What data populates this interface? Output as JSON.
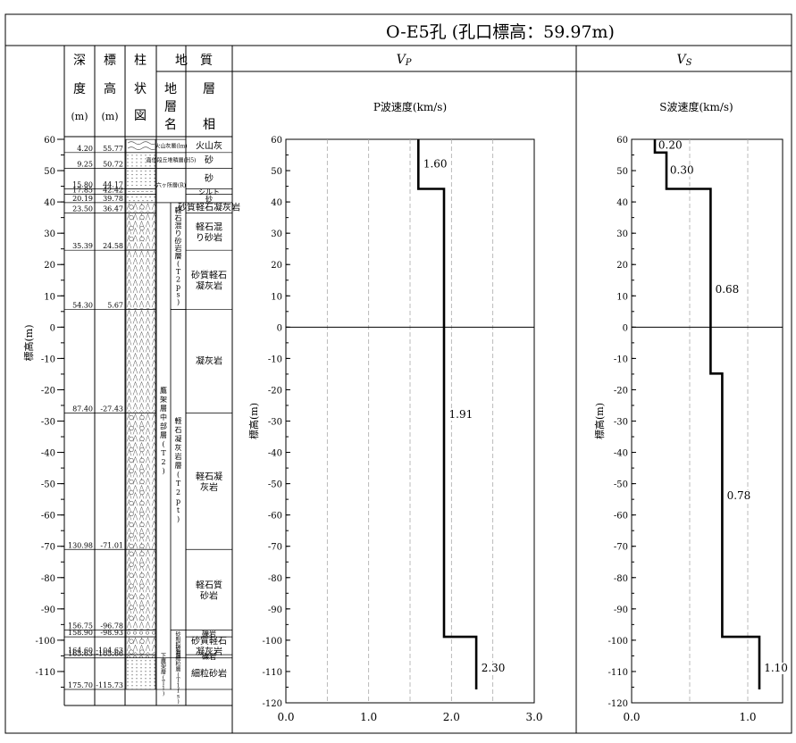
{
  "title": "O-E5孔 (孔口標高：59.97m)",
  "log": {
    "headers": {
      "depth": [
        "深",
        "度",
        "(m)"
      ],
      "elev": [
        "標",
        "高",
        "(m)"
      ],
      "column": [
        "柱",
        "状",
        "図"
      ],
      "geology": "地　質",
      "formation": [
        "地",
        "層",
        "名"
      ],
      "facies": [
        "層",
        "相"
      ]
    },
    "axis_label": "標高(m)",
    "layers": [
      {
        "depth": "4.20",
        "elev": "55.77",
        "top": 59.97,
        "bottom": 55.77,
        "facies": "火山灰",
        "pattern": "ash"
      },
      {
        "depth": "9.25",
        "elev": "50.72",
        "top": 55.77,
        "bottom": 50.72,
        "facies": "砂",
        "pattern": "sand"
      },
      {
        "depth": "15.80",
        "elev": "44.17",
        "top": 50.72,
        "bottom": 44.17,
        "facies": "砂",
        "pattern": "sand"
      },
      {
        "depth": "17.85",
        "elev": "42.42",
        "top": 44.17,
        "bottom": 42.42,
        "facies": "シルト",
        "pattern": "silt"
      },
      {
        "depth": "20.19",
        "elev": "39.78",
        "top": 42.42,
        "bottom": 39.78,
        "facies": "砂",
        "pattern": "sand"
      },
      {
        "depth": "23.50",
        "elev": "36.47",
        "top": 39.78,
        "bottom": 36.47,
        "facies": "砂質軽石凝灰岩",
        "pattern": "pumice"
      },
      {
        "depth": "35.39",
        "elev": "24.58",
        "top": 36.47,
        "bottom": 24.58,
        "facies": "軽石混り砂岩",
        "pattern": "pumice"
      },
      {
        "depth": "54.30",
        "elev": "5.67",
        "top": 24.58,
        "bottom": 5.67,
        "facies": "砂質軽石凝灰岩",
        "pattern": "tuff"
      },
      {
        "depth": "87.40",
        "elev": "-27.43",
        "top": 5.67,
        "bottom": -27.43,
        "facies": "凝灰岩",
        "pattern": "tuff"
      },
      {
        "depth": "130.98",
        "elev": "-71.01",
        "top": -27.43,
        "bottom": -71.01,
        "facies": "軽石凝灰岩",
        "pattern": "pumice"
      },
      {
        "depth": "156.75",
        "elev": "-96.78",
        "top": -71.01,
        "bottom": -96.78,
        "facies": "軽石質砂岩",
        "pattern": "pumice"
      },
      {
        "depth": "158.90",
        "elev": "-98.93",
        "top": -96.78,
        "bottom": -98.93,
        "facies": "礫岩",
        "pattern": "gravel"
      },
      {
        "depth": "164.60",
        "elev": "-104.63",
        "top": -98.93,
        "bottom": -104.63,
        "facies": "砂質軽石凝灰岩",
        "pattern": "pumice"
      },
      {
        "depth": "165.63",
        "elev": "-105.66",
        "top": -104.63,
        "bottom": -105.66,
        "facies": "礫岩",
        "pattern": "gravel"
      },
      {
        "depth": "175.70",
        "elev": "-115.73",
        "top": -105.66,
        "bottom": -115.73,
        "facies": "細粒砂岩",
        "pattern": "sand"
      }
    ],
    "formations": [
      {
        "label": "火山灰層(lm)",
        "top": 59.97,
        "bottom": 55.77,
        "col": "both"
      },
      {
        "label": "高位段丘堆積層(H5)",
        "top": 55.77,
        "bottom": 50.72,
        "col": "both"
      },
      {
        "label": "六ヶ所層(R)",
        "top": 50.72,
        "bottom": 39.78,
        "col": "both"
      },
      {
        "label": "鷹架層中部層(T2)",
        "top": 39.78,
        "bottom": -105.66,
        "col": "left"
      },
      {
        "label": "軽石混り砂岩層(T2ps)",
        "top": 39.78,
        "bottom": 5.67,
        "col": "right"
      },
      {
        "label": "軽石凝灰岩層(T2pt)",
        "top": 5.67,
        "bottom": -96.78,
        "col": "right"
      },
      {
        "label": "砂粗粒岩層",
        "top": -96.78,
        "bottom": -105.66,
        "col": "right"
      },
      {
        "label": "下鷹架層(T1)",
        "top": -105.66,
        "bottom": -115.73,
        "col": "left"
      },
      {
        "label": "砂岩細粒層(T1fs)",
        "top": -105.66,
        "bottom": -115.73,
        "col": "right"
      }
    ]
  },
  "chart_data": [
    {
      "type": "line",
      "title": "VP",
      "xlabel": "P波速度(km/s)",
      "ylabel": "標高(m)",
      "xlim": [
        0,
        3
      ],
      "ylim": [
        -120,
        60
      ],
      "xticks": [
        "0.0",
        "1.0",
        "2.0",
        "3.0"
      ],
      "series": [
        {
          "points": [
            [
              1.6,
              59.97
            ],
            [
              1.6,
              44.17
            ],
            [
              1.91,
              44.17
            ],
            [
              1.91,
              -98.93
            ],
            [
              2.3,
              -98.93
            ],
            [
              2.3,
              -115.73
            ]
          ]
        }
      ],
      "labels": [
        {
          "text": "1.60",
          "x": 1.66,
          "y": 51
        },
        {
          "text": "1.91",
          "x": 1.97,
          "y": -29
        },
        {
          "text": "2.30",
          "x": 2.36,
          "y": -110
        }
      ]
    },
    {
      "type": "line",
      "title": "VS",
      "xlabel": "S波速度(km/s)",
      "ylabel": "標高(m)",
      "xlim": [
        0,
        1.3
      ],
      "ylim": [
        -120,
        60
      ],
      "xticks": [
        "0.0",
        "1.0"
      ],
      "series": [
        {
          "points": [
            [
              0.2,
              59.97
            ],
            [
              0.2,
              55.77
            ],
            [
              0.3,
              55.77
            ],
            [
              0.3,
              44.17
            ],
            [
              0.68,
              44.17
            ],
            [
              0.68,
              -14.83
            ],
            [
              0.78,
              -14.83
            ],
            [
              0.78,
              -98.93
            ],
            [
              1.1,
              -98.93
            ],
            [
              1.1,
              -115.73
            ]
          ]
        }
      ],
      "labels": [
        {
          "text": "0.20",
          "x": 0.23,
          "y": 57
        },
        {
          "text": "0.30",
          "x": 0.33,
          "y": 49
        },
        {
          "text": "0.68",
          "x": 0.72,
          "y": 11
        },
        {
          "text": "0.78",
          "x": 0.82,
          "y": -55
        },
        {
          "text": "1.10",
          "x": 1.14,
          "y": -110
        }
      ]
    }
  ],
  "panel_heads": {
    "vp": "VP",
    "vs": "VS"
  }
}
